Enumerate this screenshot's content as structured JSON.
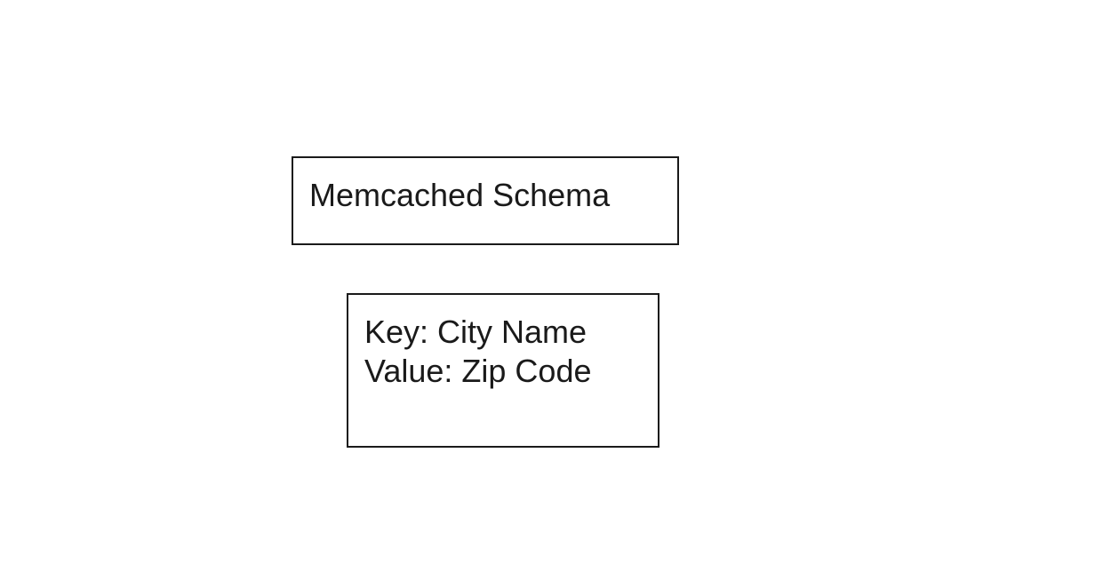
{
  "diagram": {
    "title_box": {
      "text": "Memcached Schema"
    },
    "schema_box": {
      "lines": [
        "Key: City Name",
        "Value: Zip Code"
      ]
    },
    "colors": {
      "stroke": "#1a1a1a",
      "background": "#ffffff",
      "text": "#1a1a1a"
    }
  }
}
